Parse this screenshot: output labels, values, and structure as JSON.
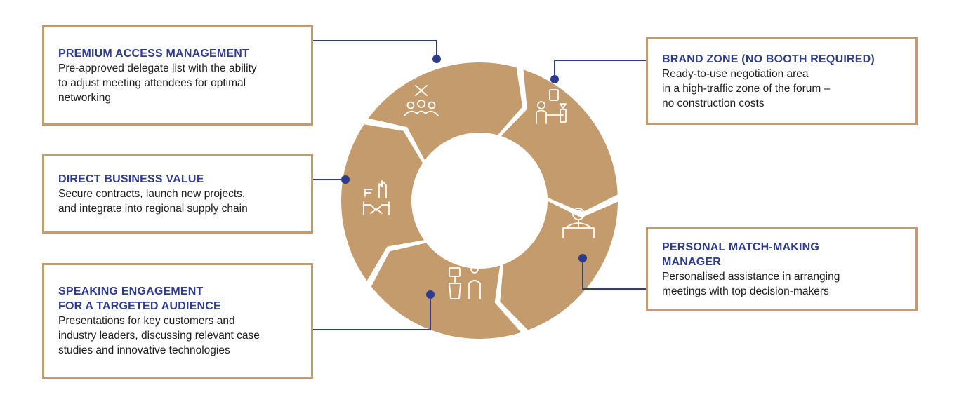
{
  "colors": {
    "segment": "#c39b6c",
    "border": "#c39b6c",
    "title": "#2e3b8f",
    "connector": "#2e3b8f",
    "icon": "#ffffff",
    "body_text": "#1d1d1d"
  },
  "cards": {
    "premium": {
      "title": "PREMIUM ACCESS MANAGEMENT",
      "text": "Pre-approved delegate list with the ability\nto adjust meeting attendees for optimal\nnetworking",
      "icon": "people-network-icon"
    },
    "direct": {
      "title": "DIRECT BUSINESS VALUE",
      "text": "Secure contracts, launch new projects,\nand integrate into regional supply chain",
      "icon": "handshake-factory-icon"
    },
    "speak": {
      "title": "SPEAKING ENGAGEMENT\nFOR A TARGETED AUDIENCE",
      "text": "Presentations for key customers and\nindustry leaders, discussing relevant case\nstudies and innovative technologies",
      "icon": "speaker-podium-icon"
    },
    "brand": {
      "title": "BRAND ZONE (NO BOOTH REQUIRED)",
      "text": "Ready-to-use negotiation area\nin a high-traffic zone of the forum –\nno construction costs",
      "icon": "negotiation-table-icon"
    },
    "match": {
      "title": "PERSONAL MATCH-MAKING\nMANAGER",
      "text": "Personalised assistance in arranging\nmeetings with top decision-makers",
      "icon": "personal-manager-icon"
    }
  }
}
